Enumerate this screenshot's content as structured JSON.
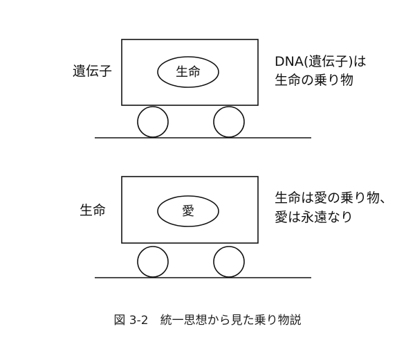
{
  "diagram": {
    "top": {
      "left_label": "遺伝子",
      "oval_label": "生命",
      "right_label_lines": [
        "DNA(遺伝子)は",
        "生命の乗り物"
      ]
    },
    "bottom": {
      "left_label": "生命",
      "oval_label": "愛",
      "right_label_lines": [
        "生命は愛の乗り物、",
        "愛は永遠なり"
      ]
    },
    "caption": "図 3-2　統一思想から見た乗り物説"
  },
  "colors": {
    "stroke": "#111111",
    "background": "#ffffff"
  }
}
